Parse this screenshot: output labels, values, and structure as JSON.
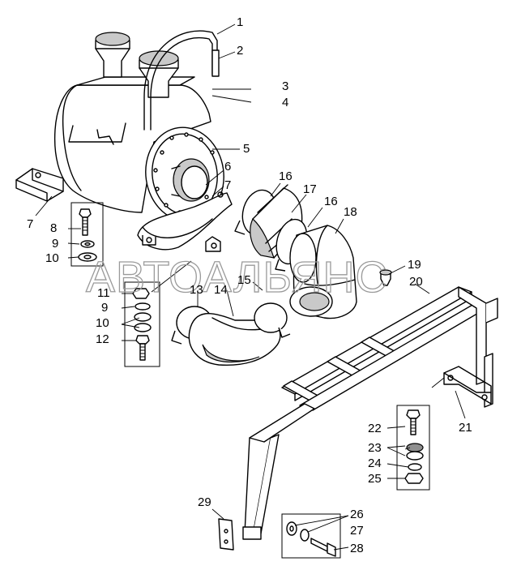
{
  "watermark": "АВТОАЛЬЯНС",
  "callouts": [
    {
      "id": "c1",
      "text": "1"
    },
    {
      "id": "c2",
      "text": "2"
    },
    {
      "id": "c3",
      "text": "3"
    },
    {
      "id": "c4",
      "text": "4"
    },
    {
      "id": "c5",
      "text": "5"
    },
    {
      "id": "c6",
      "text": "6"
    },
    {
      "id": "c7a",
      "text": "7"
    },
    {
      "id": "c7b",
      "text": "7"
    },
    {
      "id": "c8",
      "text": "8"
    },
    {
      "id": "c9a",
      "text": "9"
    },
    {
      "id": "c10a",
      "text": "10"
    },
    {
      "id": "c11",
      "text": "11"
    },
    {
      "id": "c9b",
      "text": "9"
    },
    {
      "id": "c10b",
      "text": "10"
    },
    {
      "id": "c12",
      "text": "12"
    },
    {
      "id": "c13",
      "text": "13"
    },
    {
      "id": "c14",
      "text": "14"
    },
    {
      "id": "c15",
      "text": "15"
    },
    {
      "id": "c16a",
      "text": "16"
    },
    {
      "id": "c16b",
      "text": "16"
    },
    {
      "id": "c17",
      "text": "17"
    },
    {
      "id": "c18",
      "text": "18"
    },
    {
      "id": "c19",
      "text": "19"
    },
    {
      "id": "c20",
      "text": "20"
    },
    {
      "id": "c21",
      "text": "21"
    },
    {
      "id": "c22",
      "text": "22"
    },
    {
      "id": "c23",
      "text": "23"
    },
    {
      "id": "c24",
      "text": "24"
    },
    {
      "id": "c25",
      "text": "25"
    },
    {
      "id": "c26",
      "text": "26"
    },
    {
      "id": "c27",
      "text": "27"
    },
    {
      "id": "c28",
      "text": "28"
    },
    {
      "id": "c29",
      "text": "29"
    }
  ]
}
